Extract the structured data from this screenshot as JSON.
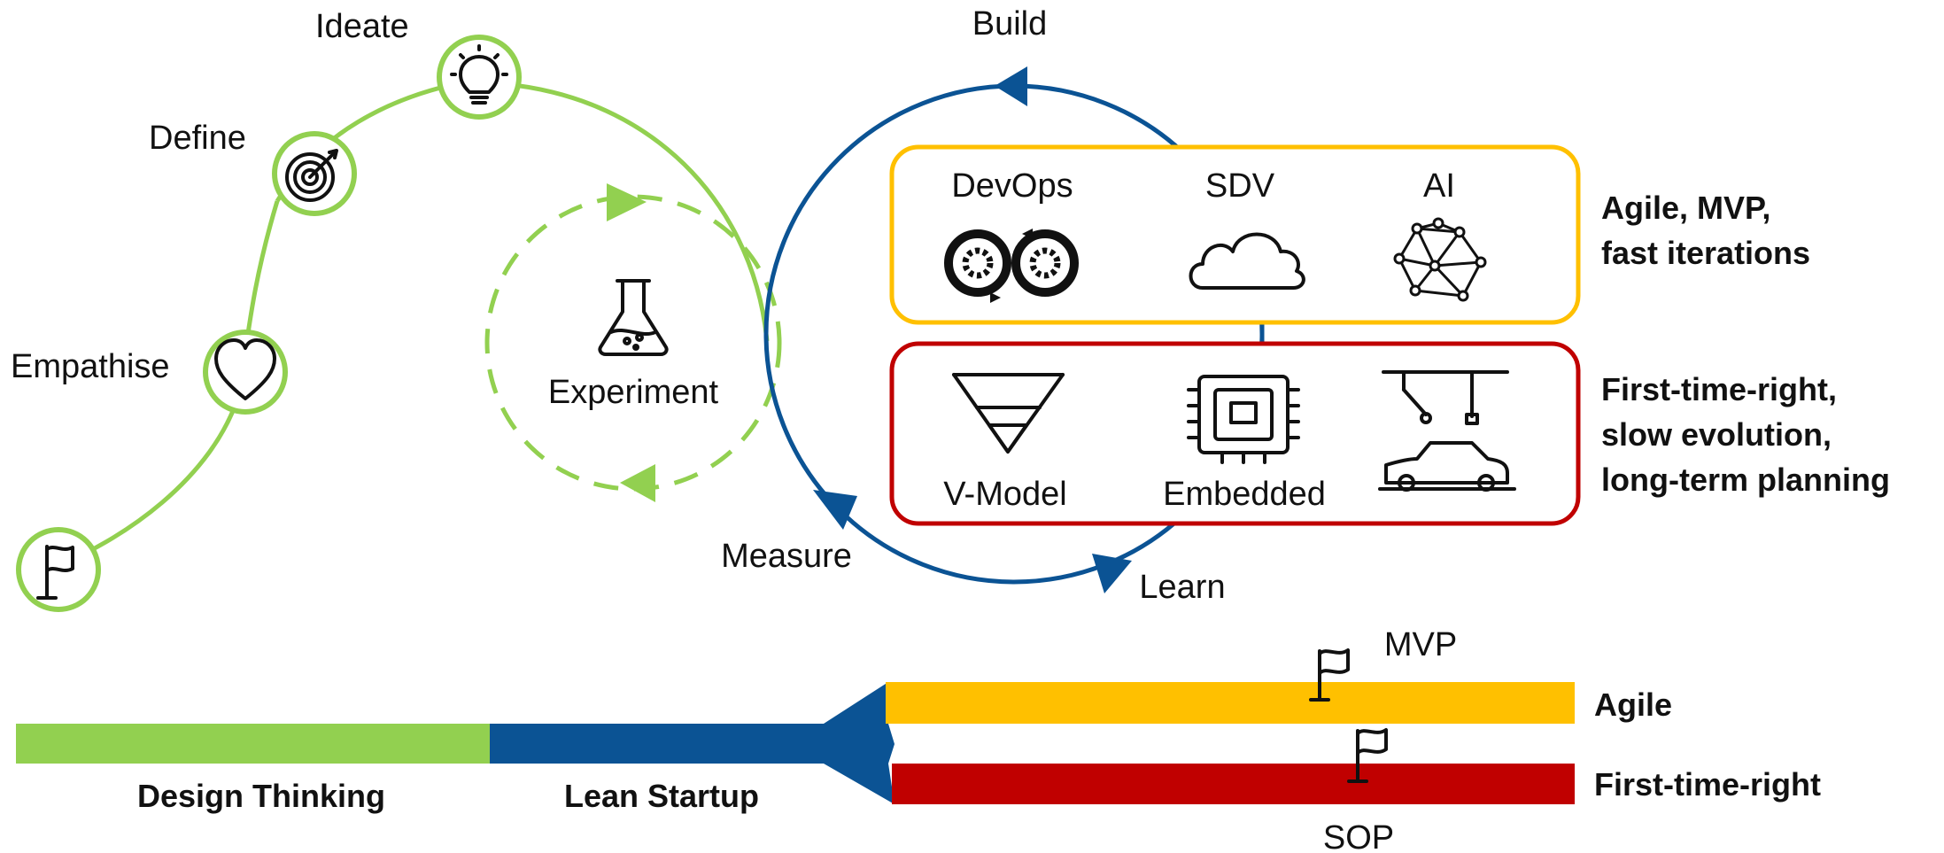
{
  "colors": {
    "green": "#92d050",
    "blue": "#0b5394",
    "yellow": "#ffc000",
    "red": "#c00000",
    "ink": "#111111"
  },
  "design_thinking": {
    "steps": [
      {
        "label": "",
        "icon": "flag-icon"
      },
      {
        "label": "Empathise",
        "icon": "heart-icon"
      },
      {
        "label": "Define",
        "icon": "target-icon"
      },
      {
        "label": "Ideate",
        "icon": "lightbulb-icon"
      }
    ]
  },
  "experiment": {
    "label": "Experiment",
    "icon": "flask-icon"
  },
  "lean_cycle": {
    "build": "Build",
    "measure": "Measure",
    "learn": "Learn"
  },
  "agile_box": {
    "items": [
      {
        "label": "DevOps",
        "icon": "devops-gears-icon"
      },
      {
        "label": "SDV",
        "icon": "cloud-icon"
      },
      {
        "label": "AI",
        "icon": "neural-network-icon"
      }
    ],
    "caption_lines": [
      "Agile,  MVP,",
      "fast iterations"
    ]
  },
  "ftr_box": {
    "items": [
      {
        "label": "V-Model",
        "icon": "v-model-icon"
      },
      {
        "label": "Embedded",
        "icon": "chip-icon"
      },
      {
        "label": "",
        "icon": "robot-arm-car-icon"
      }
    ],
    "caption_lines": [
      "First-time-right,",
      "slow evolution,",
      "long-term planning"
    ]
  },
  "timeline": {
    "design_thinking": "Design Thinking",
    "lean_startup": "Lean Startup",
    "agile": "Agile",
    "first_time_right": "First-time-right",
    "mvp": "MVP",
    "sop": "SOP"
  }
}
